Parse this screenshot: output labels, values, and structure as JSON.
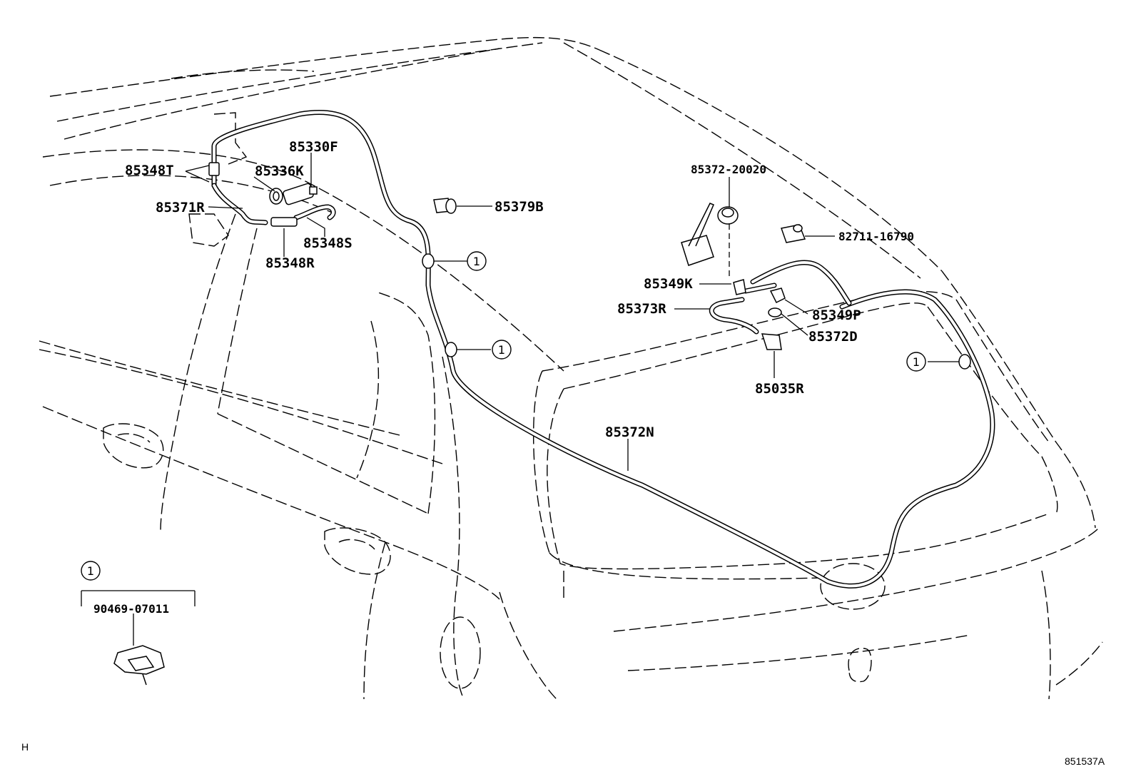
{
  "diagram_code": "851537A",
  "corner_mark": "H",
  "callout_number": "1",
  "parts": {
    "p85330F": "85330F",
    "p85336K": "85336K",
    "p85348T": "85348T",
    "p85371R": "85371R",
    "p85348S": "85348S",
    "p85348R": "85348R",
    "p85379B": "85379B",
    "p85372_20020": "85372-20020",
    "p82711_16790": "82711-16790",
    "p85349K": "85349K",
    "p85373R": "85373R",
    "p85349P": "85349P",
    "p85372D": "85372D",
    "p85035R": "85035R",
    "p85372N": "85372N",
    "p90469_07011": "90469-07011"
  }
}
